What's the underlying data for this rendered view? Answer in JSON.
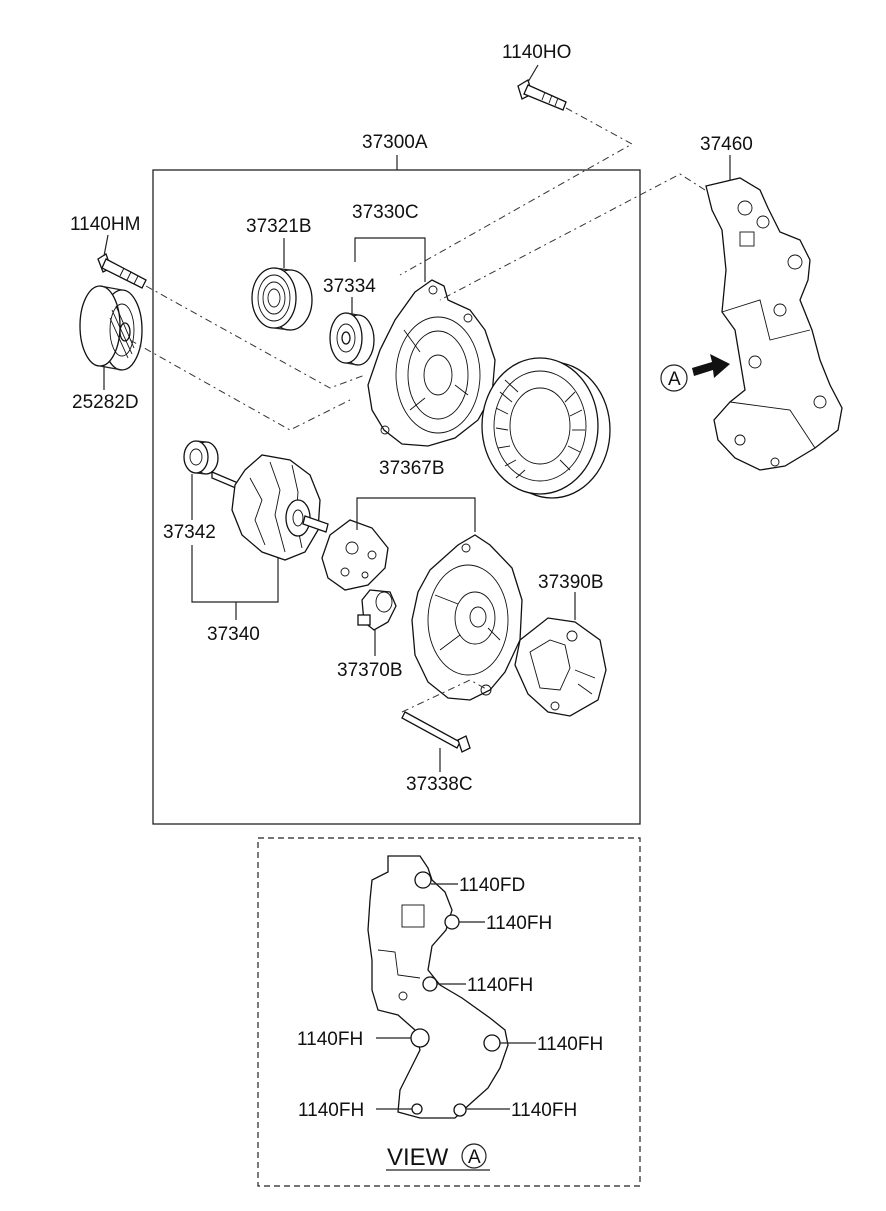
{
  "labels": {
    "bolt_top": "1140HO",
    "assembly": "37300A",
    "bracket": "37460",
    "bolt_left": "1140HM",
    "pulley": "37321B",
    "front_bracket_set": "37330C",
    "bearing_front": "37334",
    "idler": "25282D",
    "rear_bracket_set": "37367B",
    "bearing_rear": "37342",
    "rotor": "37340",
    "brush_holder": "37370B",
    "rectifier_cover": "37390B",
    "through_bolt": "37338C",
    "view_fd": "1140FD",
    "view_fh_1": "1140FH",
    "view_fh_2": "1140FH",
    "view_fh_3": "1140FH",
    "view_fh_4": "1140FH",
    "view_fh_5": "1140FH",
    "view_fh_6": "1140FH"
  },
  "view": {
    "caption": "VIEW",
    "marker": "A"
  },
  "marker_arrow": "A"
}
